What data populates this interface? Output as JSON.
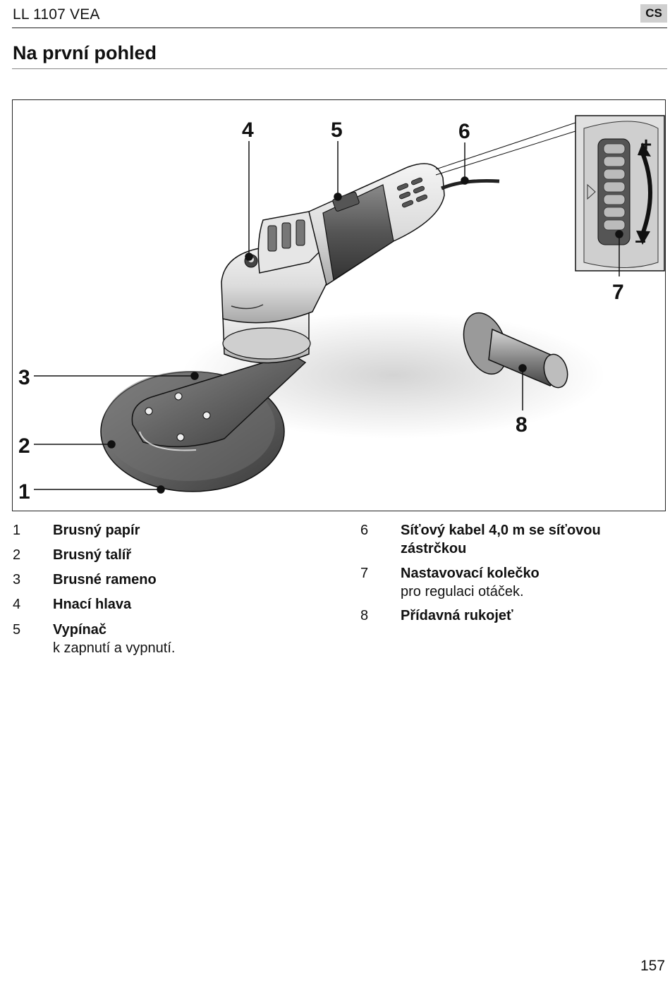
{
  "header": {
    "doc_title": "LL 1107 VEA",
    "language_badge": "CS"
  },
  "section_title": "Na první pohled",
  "figure": {
    "callouts": [
      {
        "id": "1",
        "label": "1"
      },
      {
        "id": "2",
        "label": "2"
      },
      {
        "id": "3",
        "label": "3"
      },
      {
        "id": "4",
        "label": "4"
      },
      {
        "id": "5",
        "label": "5"
      },
      {
        "id": "6",
        "label": "6"
      },
      {
        "id": "7",
        "label": "7"
      },
      {
        "id": "8",
        "label": "8"
      }
    ],
    "dial_plus": "+",
    "dial_minus": "–"
  },
  "legend": {
    "left": [
      {
        "num": "1",
        "label": "Brusný papír",
        "desc": ""
      },
      {
        "num": "2",
        "label": "Brusný talíř",
        "desc": ""
      },
      {
        "num": "3",
        "label": "Brusné rameno",
        "desc": ""
      },
      {
        "num": "4",
        "label": "Hnací hlava",
        "desc": ""
      },
      {
        "num": "5",
        "label": "Vypínač",
        "desc": "k zapnutí a vypnutí."
      }
    ],
    "right": [
      {
        "num": "6",
        "label": "Síťový kabel 4,0 m se síťovou zástrčkou",
        "desc": ""
      },
      {
        "num": "7",
        "label": "Nastavovací kolečko",
        "desc": "pro regulaci otáček."
      },
      {
        "num": "8",
        "label": "Přídavná rukojeť",
        "desc": ""
      }
    ]
  },
  "page_number": "157"
}
